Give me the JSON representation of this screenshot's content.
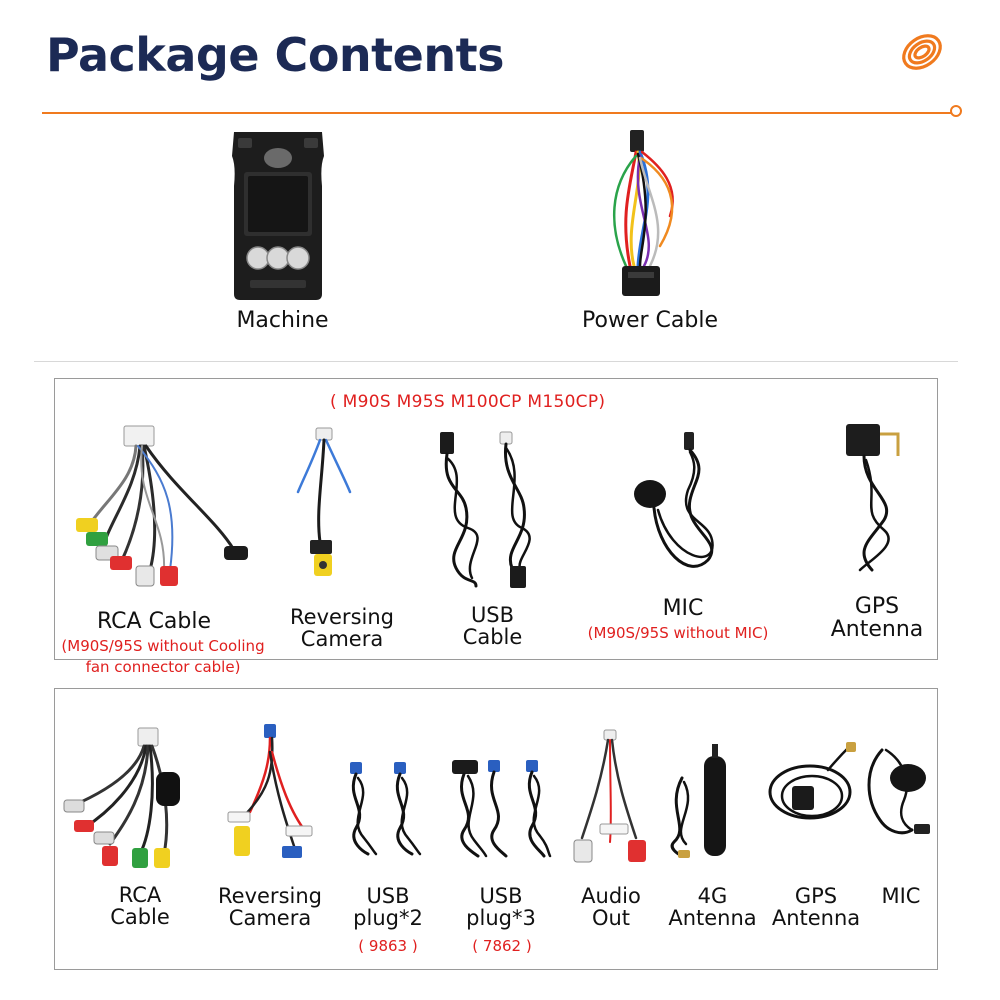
{
  "header": {
    "title": "Package Contents",
    "accent_color": "#f07a1e",
    "title_color": "#1c2a55"
  },
  "top_items": [
    {
      "label": "Machine",
      "icon": "head-unit-icon"
    },
    {
      "label": "Power Cable",
      "icon": "power-harness-icon"
    }
  ],
  "box1": {
    "models": "( M90S M95S M100CP M150CP)",
    "items": [
      {
        "label": "RCA Cable",
        "note": "(M90S/95S without Cooling\nfan connector cable)",
        "icon": "rca-cable-icon"
      },
      {
        "label": "Reversing\nCamera",
        "icon": "reversing-camera-cable-icon"
      },
      {
        "label": "USB\nCable",
        "icon": "usb-cable-icon"
      },
      {
        "label": "MIC",
        "note": "(M90S/95S without MIC)",
        "icon": "microphone-icon"
      },
      {
        "label": "GPS\nAntenna",
        "icon": "gps-antenna-icon"
      }
    ]
  },
  "box2": {
    "items": [
      {
        "label": "RCA\nCable",
        "icon": "rca-cable-icon"
      },
      {
        "label": "Reversing\nCamera",
        "icon": "reversing-camera-cable-icon"
      },
      {
        "label": "USB\nplug*2",
        "note": "( 9863 )",
        "icon": "usb-plug-icon"
      },
      {
        "label": "USB\nplug*3",
        "note": "( 7862 )",
        "icon": "usb-plug-icon"
      },
      {
        "label": "Audio\nOut",
        "icon": "audio-out-cable-icon"
      },
      {
        "label": "4G\nAntenna",
        "icon": "4g-antenna-icon"
      },
      {
        "label": "GPS\nAntenna",
        "icon": "gps-antenna-icon"
      },
      {
        "label": "MIC",
        "icon": "microphone-icon"
      }
    ]
  }
}
